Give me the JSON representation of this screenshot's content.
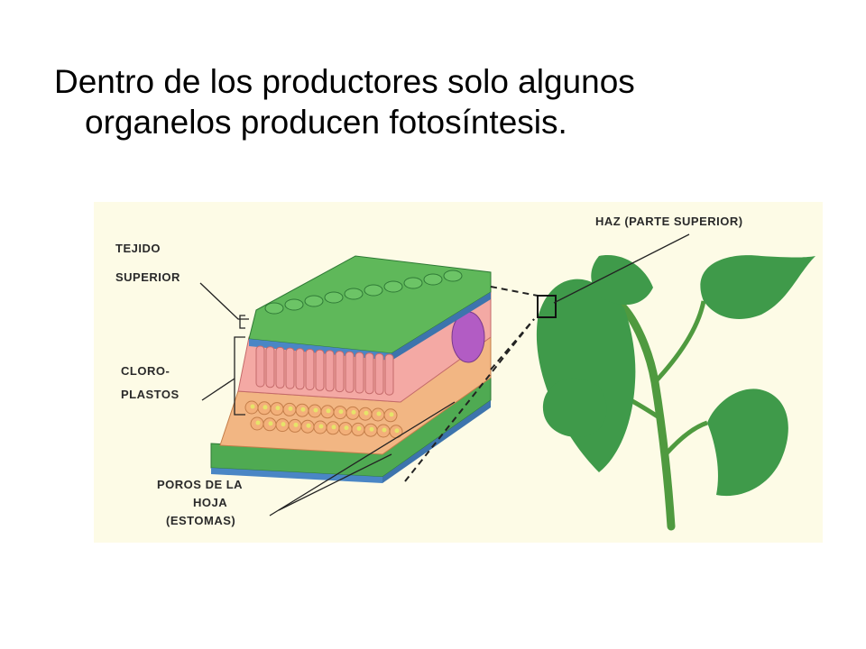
{
  "slide": {
    "title_line1": "Dentro de los productores solo algunos",
    "title_line2": "organelos producen fotosíntesis."
  },
  "diagram": {
    "labels": {
      "tejido": "TEJIDO",
      "superior": "SUPERIOR",
      "cloro": "CLORO-",
      "plastos": "PLASTOS",
      "poros1": "POROS DE LA",
      "poros2": "HOJA",
      "poros3": "(ESTOMAS)",
      "haz": "HAZ (PARTE SUPERIOR)"
    },
    "colors": {
      "background": "#fdfbe6",
      "leaf_green": "#3f9a4a",
      "epidermis_green": "#5fb85a",
      "palisade_pink": "#f0a0a0",
      "spongy_orange": "#f3b07a",
      "chloroplast_yellow": "#e6e36a",
      "cuticle_blue": "#4a86c5",
      "vascular_purple": "#b25cc4"
    }
  }
}
